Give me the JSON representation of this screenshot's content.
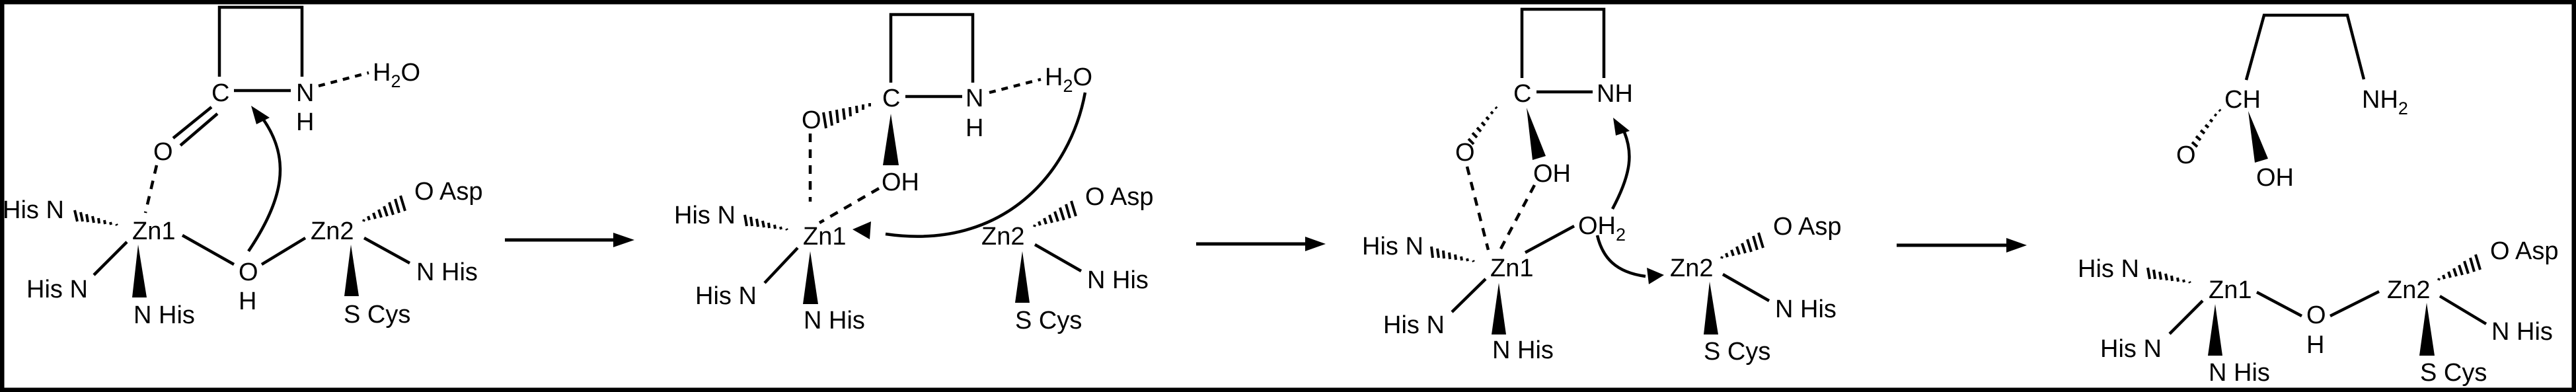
{
  "figure": {
    "type": "reaction-mechanism",
    "description": "Di-zinc metallo-beta-lactamase hydrolysis mechanism",
    "border_color": "#000000",
    "background": "#ffffff"
  },
  "ligands": {
    "his_n_left": "His N",
    "his_n_lower": "His N",
    "n_his": "N His",
    "o_asp": "O Asp",
    "n_his_zn2": "N His",
    "s_cys": "S Cys"
  },
  "panels": [
    {
      "id": "step1",
      "labels": {
        "carbon": "C",
        "nitrogen": "N",
        "n_hydrogen": "H",
        "water_h": "H",
        "water_sub": "2",
        "water_o": "O",
        "carbonyl_o": "O",
        "zn1": "Zn1",
        "zn2": "Zn2",
        "bridge_o": "O",
        "bridge_h": "H"
      }
    },
    {
      "id": "step2",
      "labels": {
        "carbon": "C",
        "nitrogen": "N",
        "n_hydrogen": "H",
        "water_h": "H",
        "water_sub": "2",
        "water_o": "O",
        "alkoxide_o": "O",
        "hydroxyl": "OH",
        "zn1": "Zn1",
        "zn2": "Zn2"
      }
    },
    {
      "id": "step3",
      "labels": {
        "carbon": "C",
        "nh": "NH",
        "alkoxide_o": "O",
        "hydroxyl": "OH",
        "water_oh": "OH",
        "water_sub": "2",
        "zn1": "Zn1",
        "zn2": "Zn2"
      }
    },
    {
      "id": "step4",
      "labels": {
        "ch": "CH",
        "nh": "NH",
        "nh_sub": "2",
        "alkoxide_o": "O",
        "hydroxyl": "OH",
        "zn1": "Zn1",
        "zn2": "Zn2",
        "bridge_o": "O",
        "bridge_h": "H"
      }
    }
  ],
  "reaction_arrows": [
    {
      "from": "step1",
      "to": "step2"
    },
    {
      "from": "step2",
      "to": "step3"
    },
    {
      "from": "step3",
      "to": "step4"
    }
  ]
}
